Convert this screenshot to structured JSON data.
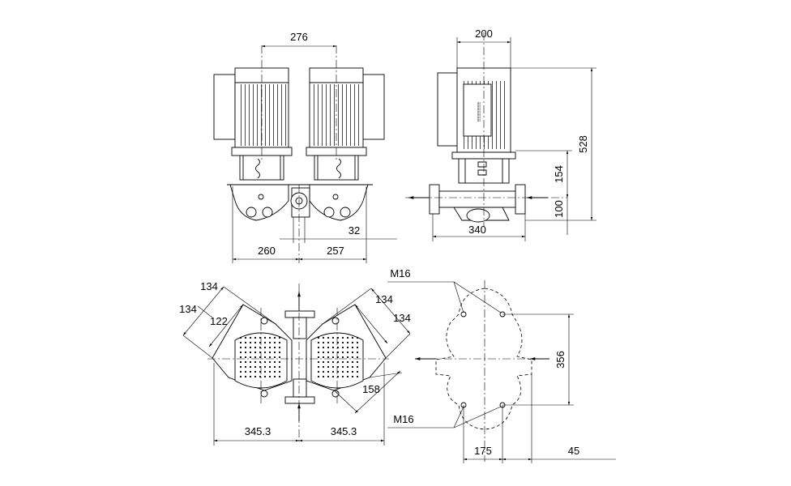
{
  "dimensions": {
    "front": {
      "motor_spacing": "276",
      "left_offset": "260",
      "right_offset": "257",
      "port": "32"
    },
    "side": {
      "width": "200",
      "total_height": "528",
      "mid_height": "154",
      "base_height": "100",
      "base_length": "340"
    },
    "top": {
      "d1": "134",
      "d2": "134",
      "d3": "122",
      "d4": "134",
      "d5": "134",
      "d6": "158",
      "w1": "345.3",
      "w2": "345.3"
    },
    "base": {
      "thread_top": "M16",
      "thread_bottom": "M16",
      "bolt_spacing": "356",
      "x1": "175",
      "x2": "45"
    }
  },
  "colors": {
    "line": "#000000",
    "background": "#ffffff",
    "shade": "#ececec"
  }
}
